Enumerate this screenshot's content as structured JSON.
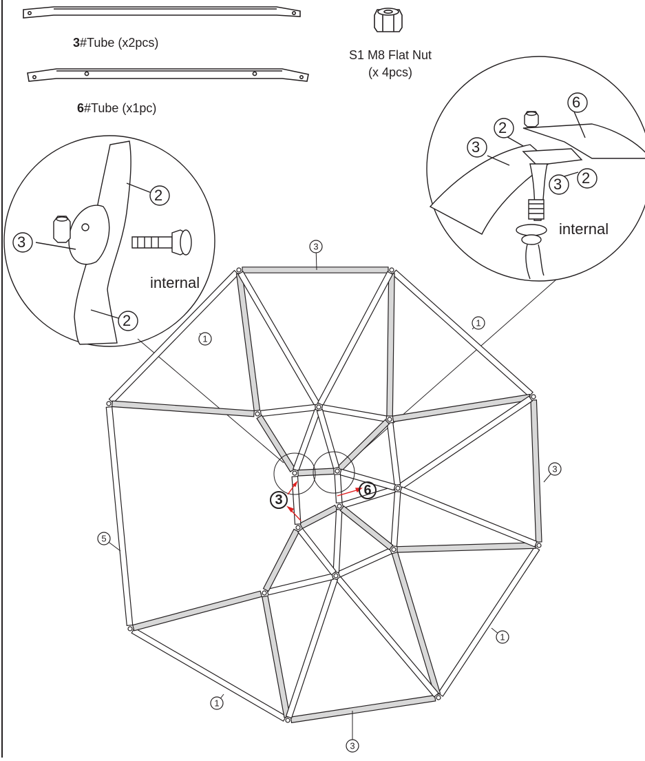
{
  "parts": {
    "tube3": {
      "num": "3",
      "rest": "#Tube (x2pcs)"
    },
    "tube6": {
      "num": "6",
      "rest": "#Tube (x1pc)"
    },
    "nut": {
      "line1": "S1  M8  Flat Nut",
      "line2": "(x 4pcs)"
    }
  },
  "detail_left": {
    "internal_label": "internal",
    "callouts": [
      "2",
      "3",
      "2"
    ]
  },
  "detail_right": {
    "internal_label": "internal",
    "callouts": [
      "6",
      "2",
      "3",
      "3",
      "2"
    ]
  },
  "dome": {
    "callouts": {
      "top": "3",
      "upper_left": "1",
      "upper_right": "1",
      "right": "3",
      "left": "5",
      "lower_right": "1",
      "lower_left": "1",
      "bottom": "3"
    },
    "center_labels": {
      "red_left": "3",
      "red_right": "6"
    }
  },
  "colors": {
    "line": "#231f20",
    "tube_fill": "#d8d8d8",
    "arrow": "#e02020"
  }
}
